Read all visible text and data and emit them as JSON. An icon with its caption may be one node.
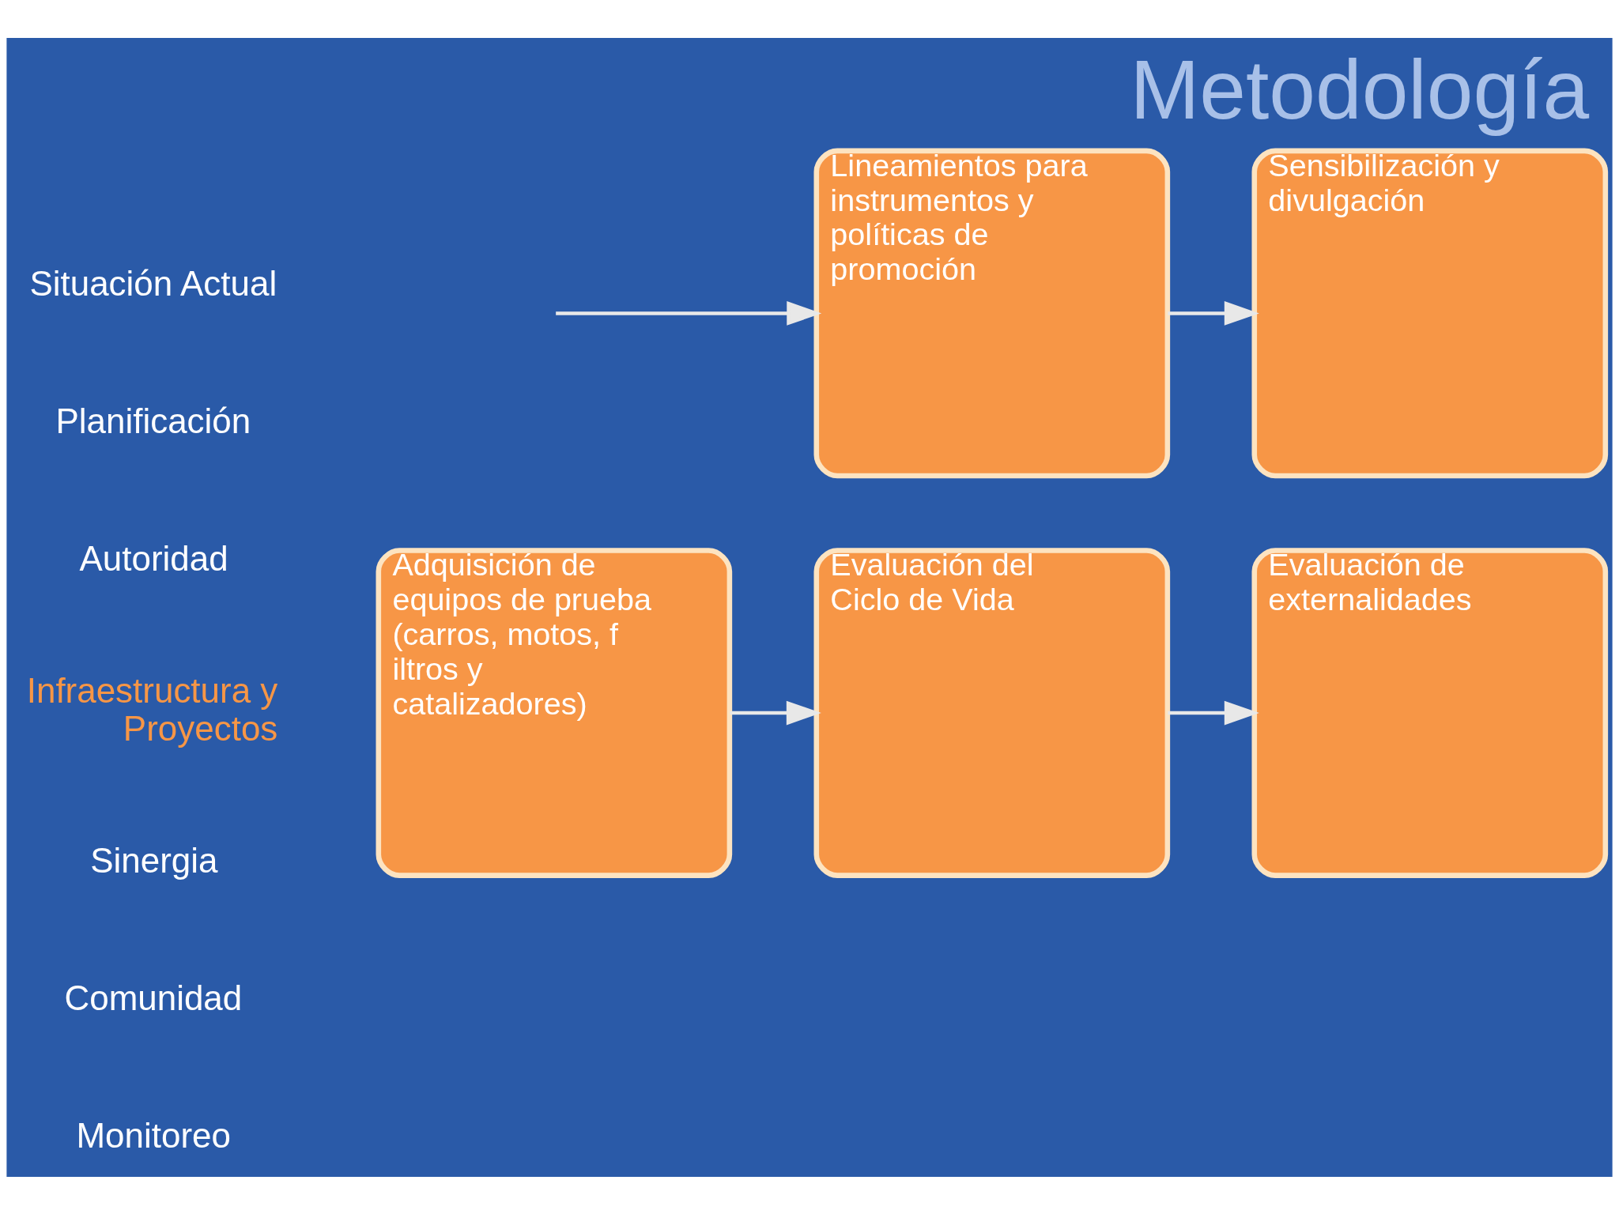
{
  "diagram": {
    "title": "Metodología",
    "nodes": [
      {
        "text": [
          "Adquisición de equipos de prueba (carros, motos, f iltros y catalizadores)"
        ]
      },
      {
        "text": [
          "Evaluación del Ciclo de Vida"
        ]
      },
      {
        "text": [
          "Evaluación de externalidades"
        ]
      },
      {
        "text": [
          "Lineamientos para instrumentos y políticas de promoción"
        ]
      },
      {
        "text": [
          "Sensibilización y divulgación"
        ]
      }
    ],
    "edges": [
      {
        "from": 0,
        "to": 1,
        "arrow": "to"
      },
      {
        "from": 1,
        "to": 2,
        "arrow": "to"
      },
      {
        "from": null,
        "to": 3,
        "arrow": "to"
      },
      {
        "from": 3,
        "to": 4,
        "arrow": "to"
      }
    ],
    "labels": [
      "Situación Actual",
      "Planificación",
      "Autoridad",
      "Infraestructura y Proyectos",
      "Sinergia",
      "Comunidad",
      "Monitoreo"
    ]
  }
}
